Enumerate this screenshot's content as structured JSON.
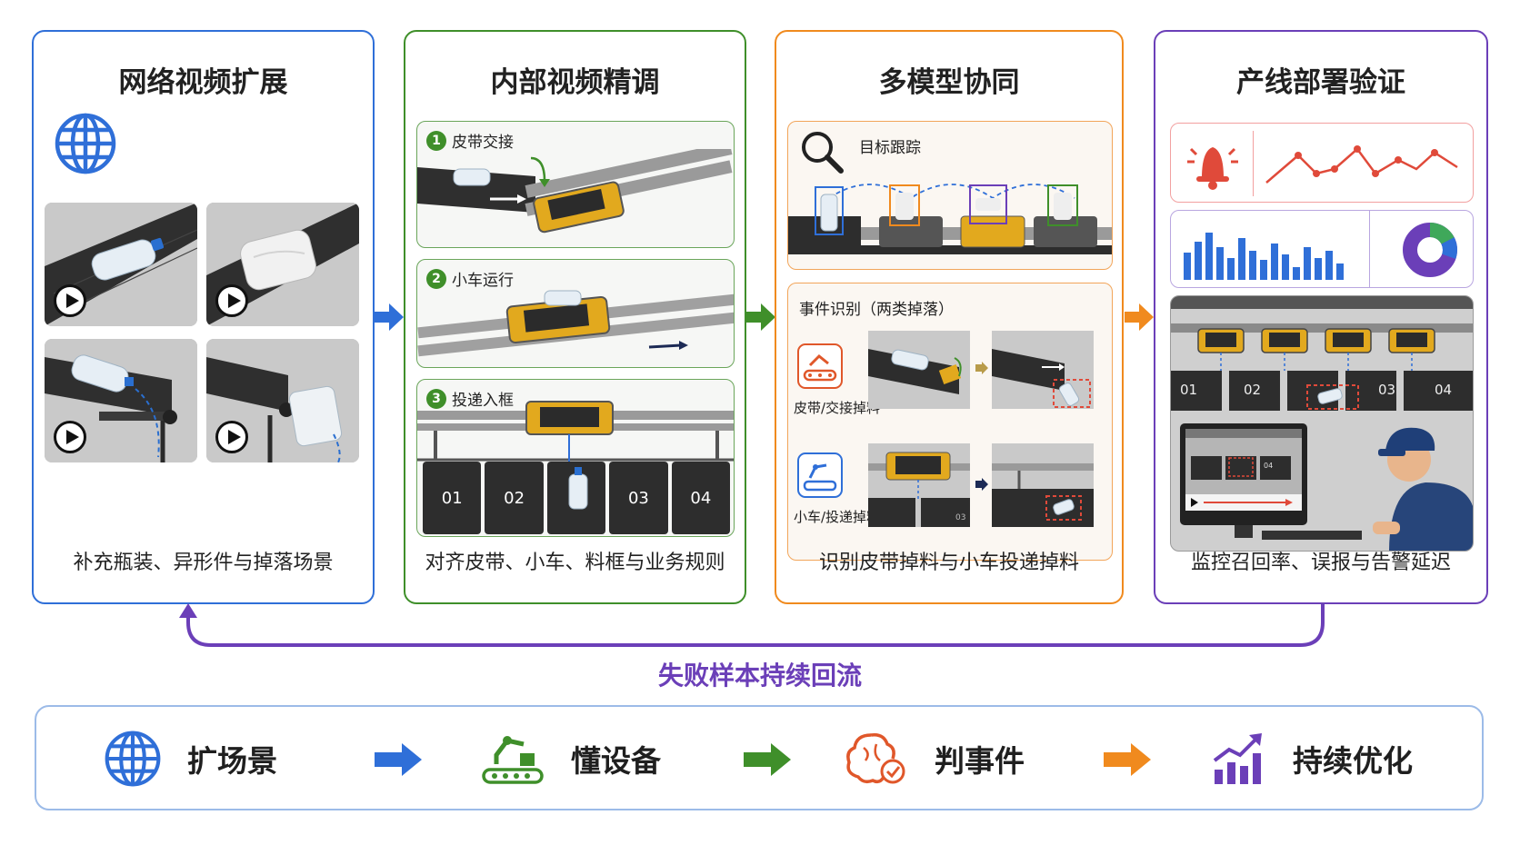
{
  "colors": {
    "blue": "#2f6fd8",
    "green": "#3f8f2a",
    "orange": "#f08a1e",
    "purple": "#6b3fb8",
    "red": "#e04a3a"
  },
  "panels": [
    {
      "title": "网络视频扩展",
      "footer": "补充瓶装、异形件与掉落场景",
      "icon": "globe-icon"
    },
    {
      "title": "内部视频精调",
      "footer": "对齐皮带、小车、料框与业务规则",
      "steps": [
        {
          "num": "1",
          "label": "皮带交接"
        },
        {
          "num": "2",
          "label": "小车运行"
        },
        {
          "num": "3",
          "label": "投递入框"
        }
      ],
      "bins": [
        "01",
        "02",
        "03",
        "04"
      ]
    },
    {
      "title": "多模型协同",
      "footer": "识别皮带掉料与小车投递掉料",
      "tracking_label": "目标跟踪",
      "event_label": "事件识别（两类掉落）",
      "event1_label": "皮带/交接掉料",
      "event2_label": "小车/投递掉料",
      "small_bin": "03"
    },
    {
      "title": "产线部署验证",
      "footer": "监控召回率、误报与告警延迟",
      "bins": [
        "01",
        "02",
        "03",
        "04"
      ],
      "monitor_bin": "04"
    }
  ],
  "loop_label": "失败样本持续回流",
  "bottom": [
    {
      "label": "扩场景",
      "icon": "globe-icon"
    },
    {
      "label": "懂设备",
      "icon": "robot-arm-conveyor-icon"
    },
    {
      "label": "判事件",
      "icon": "brain-check-icon"
    },
    {
      "label": "持续优化",
      "icon": "growth-chart-icon"
    }
  ]
}
